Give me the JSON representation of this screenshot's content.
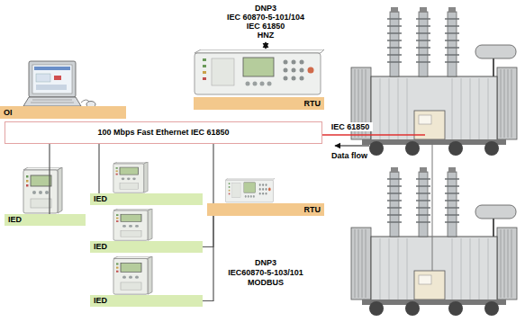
{
  "diagram": {
    "nodes": [
      {
        "text": [
          "RTU"
        ]
      },
      {
        "text": [
          "OI"
        ]
      },
      {
        "text": [
          "100 Mbps Fast Ethernet IEC 61850"
        ]
      },
      {
        "text": [
          "IED"
        ]
      },
      {
        "text": [
          "RTU"
        ]
      },
      {
        "text": [
          "IED"
        ]
      },
      {
        "text": [
          "IED"
        ]
      },
      {
        "text": [
          "IED"
        ]
      }
    ],
    "edges": [
      {
        "from": 2,
        "to": 5,
        "arrow": "none"
      },
      {
        "from": 2,
        "to": 3,
        "arrow": "none"
      },
      {
        "from": 2,
        "to": 4,
        "arrow": "none"
      },
      {
        "from": 4,
        "to": 6,
        "arrow": "none"
      },
      {
        "from": 4,
        "to": 7,
        "arrow": "none"
      }
    ],
    "labels": [
      "DNP3",
      "IEC 60870-5-101/104",
      "IEC 61850",
      "HNZ",
      "IEC 61850",
      "Data flow",
      "DNP3",
      "IEC60870-5-103/101",
      "MODBUS"
    ]
  }
}
